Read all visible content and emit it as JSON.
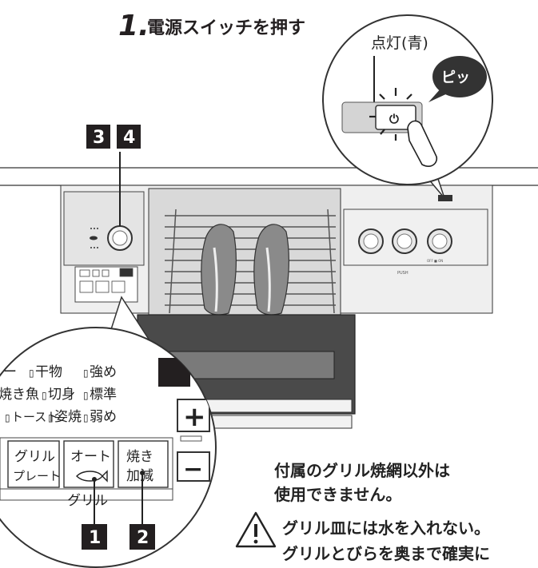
{
  "step1": {
    "number": "1.",
    "text": "電源スイッチを押す"
  },
  "callout_top": {
    "label": "点灯(青)",
    "bubble": "ピッ"
  },
  "badges": {
    "b3": "3",
    "b4": "4",
    "b1": "1",
    "b2": "2"
  },
  "front_panel": {
    "push": "PUSH",
    "off_on": "OFF ■ ON"
  },
  "magnifier": {
    "rows": [
      [
        "ー",
        "干物",
        "強め"
      ],
      [
        "焼き魚",
        "切身",
        "標準"
      ],
      [
        "トースト",
        "姿焼",
        "弱め"
      ]
    ],
    "plus": "+",
    "minus": "−",
    "btn_grill": [
      "グリル",
      "プレート"
    ],
    "btn_auto": [
      "オート"
    ],
    "btn_yaki": [
      "焼き",
      "加減"
    ],
    "group_label": "グリル"
  },
  "notes": {
    "line1": "付属のグリル焼網以外は",
    "line2": "使用できません。",
    "line3": "グリル皿には水を入れない。",
    "line4": "グリルとびらを奥まで確実に"
  },
  "colors": {
    "ink": "#222222",
    "badge": "#231f20",
    "panel": "#ececec",
    "counter": "#e6e6e6"
  }
}
